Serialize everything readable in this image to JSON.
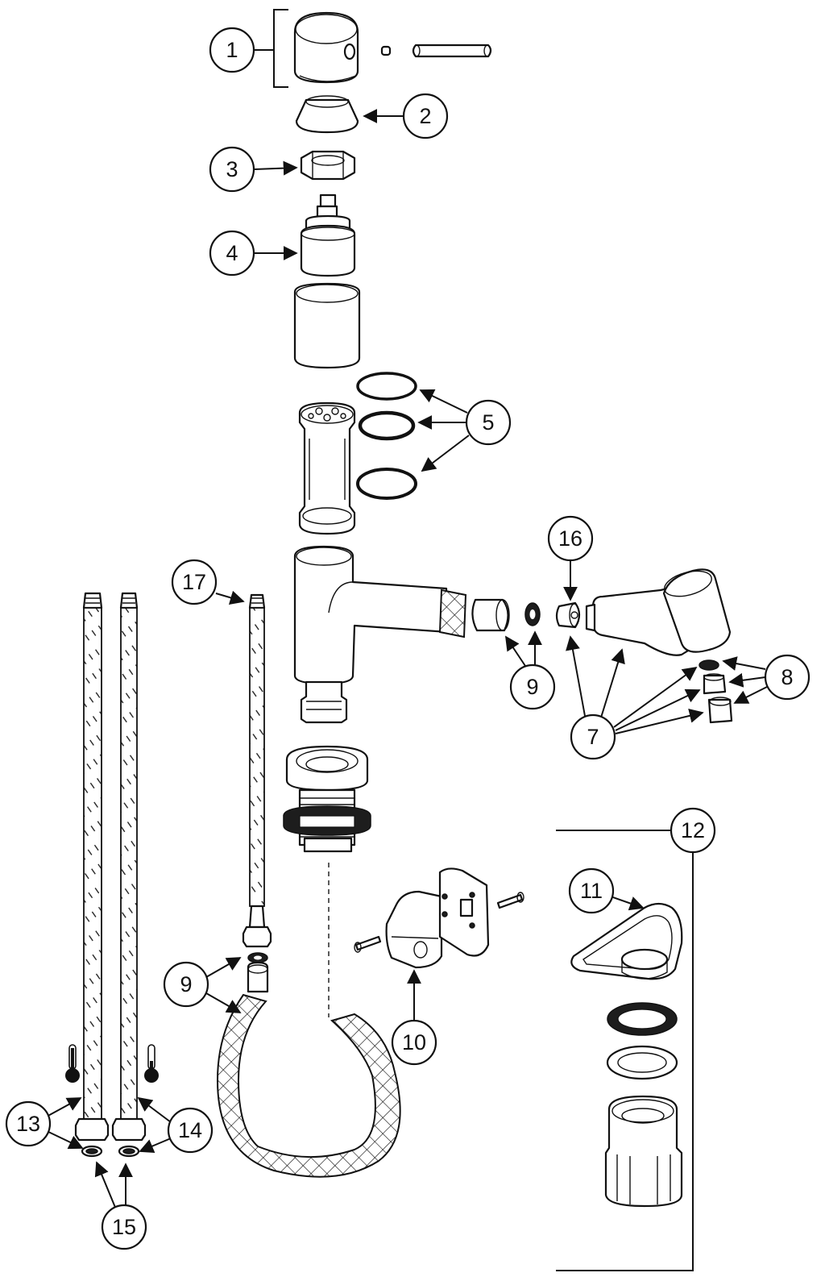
{
  "callouts": {
    "c1": "1",
    "c2": "2",
    "c3": "3",
    "c4": "4",
    "c5": "5",
    "c7": "7",
    "c8": "8",
    "c9a": "9",
    "c9b": "9",
    "c10": "10",
    "c11": "11",
    "c12": "12",
    "c13": "13",
    "c14": "14",
    "c15": "15",
    "c16": "16",
    "c17": "17"
  }
}
